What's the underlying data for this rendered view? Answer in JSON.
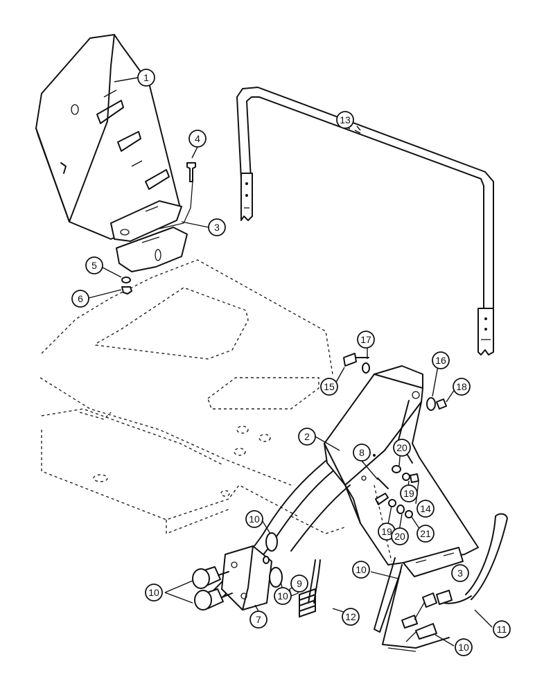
{
  "callouts": {
    "c1": "1",
    "c2": "2",
    "c3a": "3",
    "c3b": "3",
    "c4": "4",
    "c5": "5",
    "c6": "6",
    "c7": "7",
    "c8": "8",
    "c9": "9",
    "c10a": "10",
    "c10b": "10",
    "c10c": "10",
    "c10d": "10",
    "c10e": "10",
    "c11": "11",
    "c12": "12",
    "c13": "13",
    "c14": "14",
    "c15": "15",
    "c16": "16",
    "c17": "17",
    "c18": "18",
    "c19a": "19",
    "c19b": "19",
    "c20a": "20",
    "c20b": "20",
    "c21": "21"
  }
}
